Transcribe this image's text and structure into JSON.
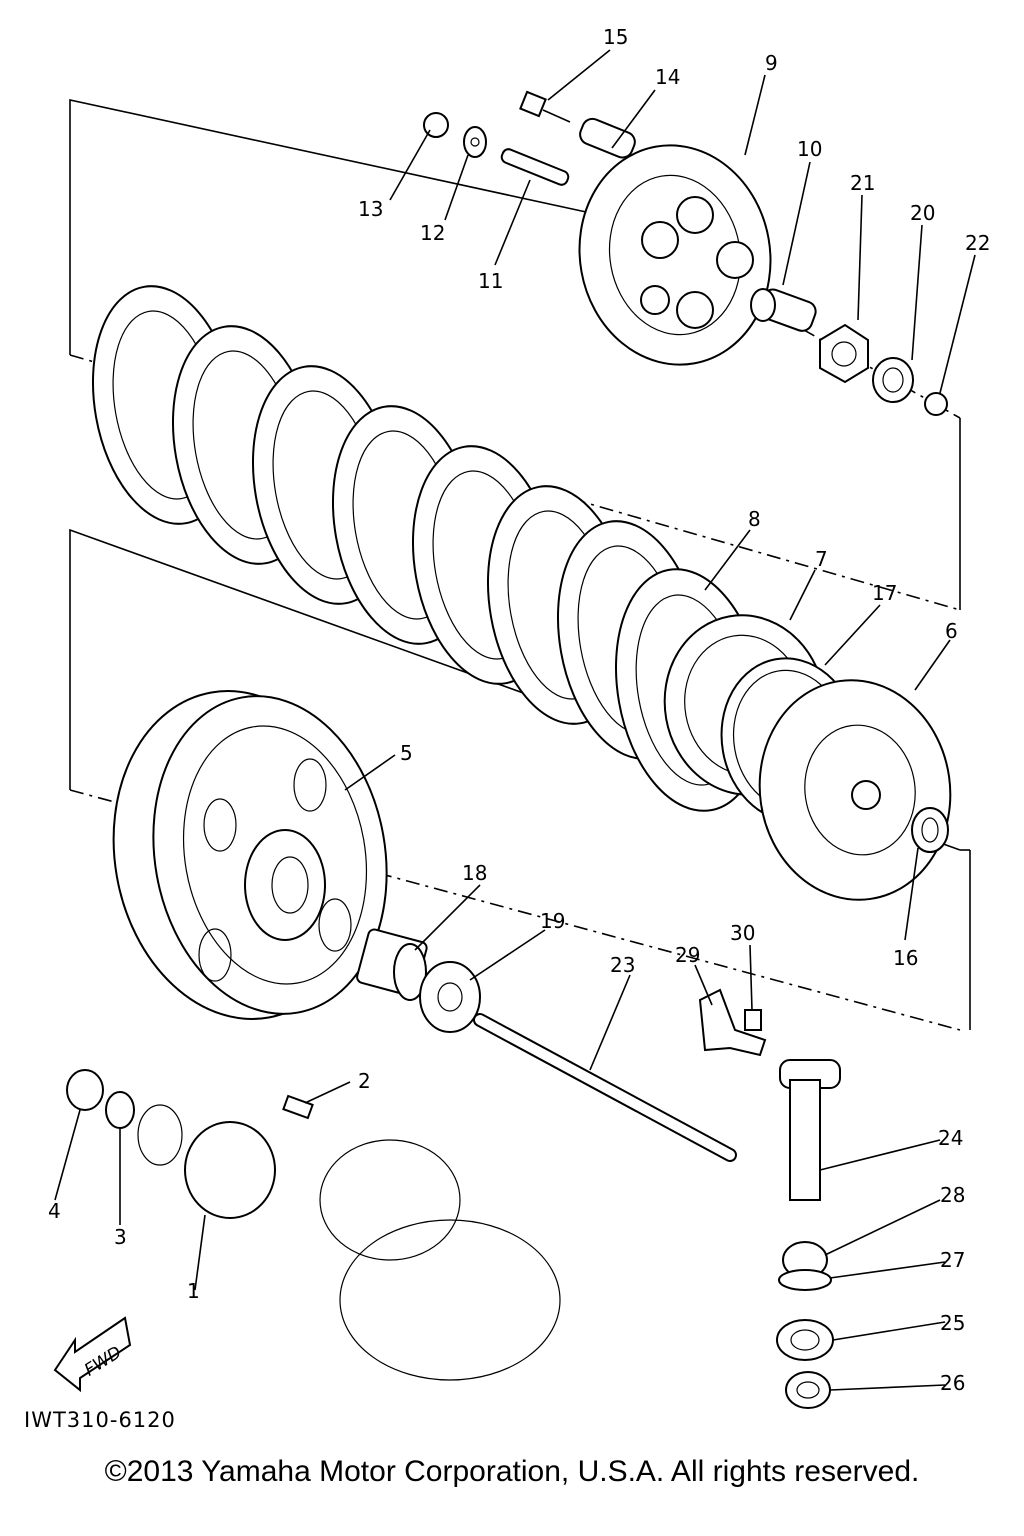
{
  "diagram": {
    "callouts": [
      "1",
      "2",
      "3",
      "4",
      "5",
      "6",
      "7",
      "8",
      "9",
      "10",
      "11",
      "12",
      "13",
      "14",
      "15",
      "16",
      "17",
      "18",
      "19",
      "20",
      "21",
      "22",
      "23",
      "24",
      "25",
      "26",
      "27",
      "28",
      "29",
      "30"
    ],
    "direction_label": "FWD",
    "part_code": "IWT310-6120"
  },
  "footer": {
    "copyright": "©2013 Yamaha Motor Corporation, U.S.A. All rights reserved."
  }
}
